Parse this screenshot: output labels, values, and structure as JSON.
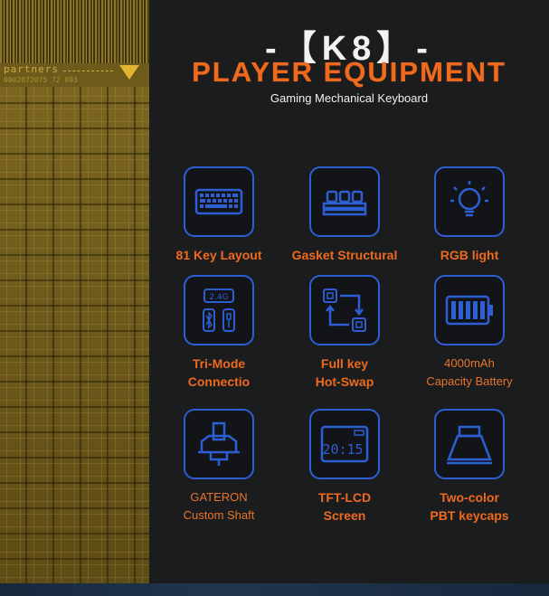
{
  "art": {
    "partners_text": "partners",
    "serial_text": "0002072075    72    093"
  },
  "header": {
    "model": "-【K8】-",
    "tagline": "PLAYER EQUIPMENT",
    "subtitle": "Gaming Mechanical Keyboard"
  },
  "features": [
    {
      "icon": "keyboard-icon",
      "line1": "81 Key Layout",
      "line2": ""
    },
    {
      "icon": "gasket-icon",
      "line1": "Gasket Structural",
      "line2": ""
    },
    {
      "icon": "bulb-icon",
      "line1": "RGB light",
      "line2": ""
    },
    {
      "icon": "tri-mode-icon",
      "line1": "Tri-Mode",
      "line2": "Connectio",
      "icon_text": "2.4G"
    },
    {
      "icon": "hot-swap-icon",
      "line1": "Full key",
      "line2": "Hot-Swap"
    },
    {
      "icon": "battery-icon",
      "line1": "4000mAh",
      "line2": "Capacity Battery"
    },
    {
      "icon": "switch-icon",
      "line1": "GATERON",
      "line2": "Custom Shaft"
    },
    {
      "icon": "screen-icon",
      "line1": "TFT-LCD",
      "line2": "Screen",
      "icon_text": "20:15"
    },
    {
      "icon": "keycap-icon",
      "line1": "Two-color",
      "line2": "PBT keycaps"
    }
  ],
  "colors": {
    "accent_orange": "#ee6a1e",
    "icon_blue": "#2d5fd4",
    "background": "#1b1c1e"
  }
}
